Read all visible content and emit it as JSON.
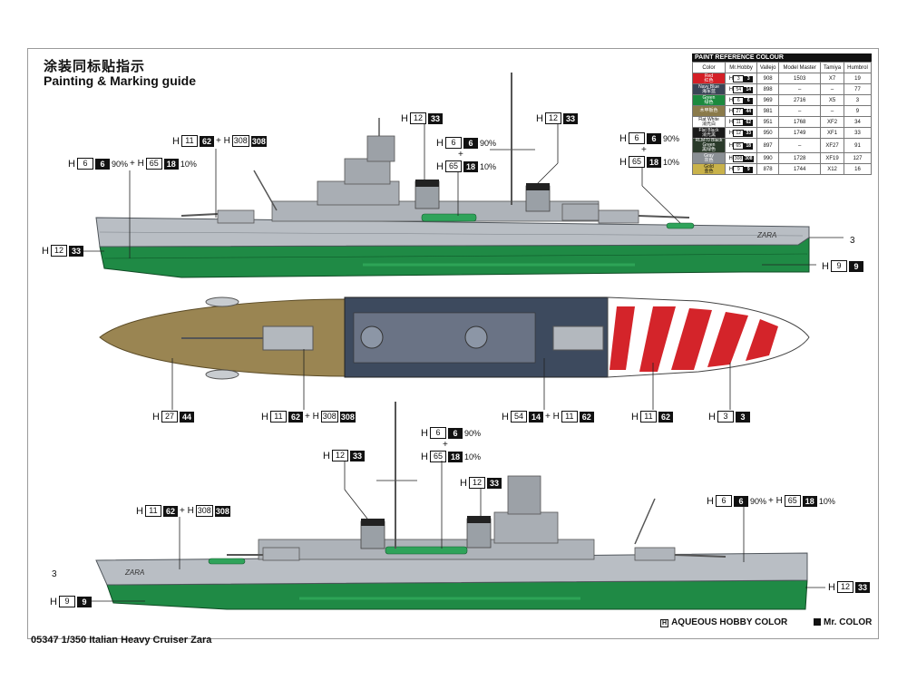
{
  "header": {
    "title_cn": "涂装同标贴指示",
    "title_en": "Painting & Marking guide"
  },
  "footer": {
    "code": "05347 1/350 Italian Heavy Cruiser Zara",
    "legend_aqueous": "AQUEOUS HOBBY COLOR",
    "legend_aqueous_mark": "H",
    "legend_mrcolor": "Mr. COLOR"
  },
  "paint_table": {
    "caption": "PAINT  REFERENCE COLOUR",
    "headers": [
      "Color",
      "Mr.Hobby",
      "Vallejo",
      "Model Master",
      "Tamiya",
      "Humbrol"
    ],
    "rows": [
      {
        "name": "Red",
        "cn": "红色",
        "color": "#d41f26",
        "hobby_h": "3",
        "hobby_c": "3",
        "vallejo": "908",
        "model_master": "1503",
        "tamiya": "X7",
        "humbrol": "19"
      },
      {
        "name": "Navy Blue",
        "cn": "海军蓝",
        "color": "#3a4556",
        "hobby_h": "54",
        "hobby_c": "14",
        "vallejo": "898",
        "model_master": "–",
        "tamiya": "–",
        "humbrol": "77"
      },
      {
        "name": "Green",
        "cn": "绿色",
        "color": "#1c8a3e",
        "hobby_h": "6",
        "hobby_c": "6",
        "vallejo": "969",
        "model_master": "2716",
        "tamiya": "X5",
        "humbrol": "3"
      },
      {
        "name": "",
        "cn": "木甲板色",
        "color": "#8a7a4a",
        "hobby_h": "27",
        "hobby_c": "44",
        "vallejo": "981",
        "model_master": "–",
        "tamiya": "–",
        "humbrol": "9"
      },
      {
        "name": "Flat White",
        "cn": "消光白",
        "color": "#ffffff",
        "hobby_h": "11",
        "hobby_c": "62",
        "vallejo": "951",
        "model_master": "1768",
        "tamiya": "XF2",
        "humbrol": "34"
      },
      {
        "name": "Flat Black",
        "cn": "消光黑",
        "color": "#1a1a1a",
        "hobby_h": "12",
        "hobby_c": "33",
        "vallejo": "950",
        "model_master": "1749",
        "tamiya": "XF1",
        "humbrol": "33"
      },
      {
        "name": "RLM70 Black Green",
        "cn": "黑绿色",
        "color": "#2a3a2a",
        "hobby_h": "65",
        "hobby_c": "18",
        "vallejo": "897",
        "model_master": "–",
        "tamiya": "XF27",
        "humbrol": "91"
      },
      {
        "name": "Gray",
        "cn": "灰色",
        "color": "#8a8f94",
        "hobby_h": "308",
        "hobby_c": "308",
        "vallejo": "990",
        "model_master": "1728",
        "tamiya": "XF19",
        "humbrol": "127"
      },
      {
        "name": "Gold",
        "cn": "金色",
        "color": "#c9b24a",
        "hobby_h": "9",
        "hobby_c": "9",
        "vallejo": "878",
        "model_master": "1744",
        "tamiya": "X12",
        "humbrol": "16"
      }
    ]
  },
  "callouts": {
    "c1": {
      "h": "11",
      "k": "62",
      "h2": "308",
      "k2": "308"
    },
    "c2": {
      "h": "6",
      "k": "6",
      "p": "90%",
      "h2": "65",
      "k2": "18",
      "p2": "10%"
    },
    "c3": {
      "h": "12",
      "k": "33"
    },
    "c4": {
      "h": "6",
      "k": "6",
      "p": "90%",
      "h2": "65",
      "k2": "18",
      "p2": "10%"
    },
    "c5": {
      "h": "12",
      "k": "33"
    },
    "c6": {
      "h": "6",
      "k": "6",
      "p": "90%",
      "h2": "65",
      "k2": "18",
      "p2": "10%"
    },
    "c7": {
      "h": "12",
      "k": "33"
    },
    "c8": {
      "h": "9",
      "k": "9"
    },
    "c9": {
      "h": "27",
      "k": "44"
    },
    "c10": {
      "h": "11",
      "k": "62",
      "h2": "308",
      "k2": "308"
    },
    "c11": {
      "h": "54",
      "k": "14",
      "h2": "11",
      "k2": "62"
    },
    "c12": {
      "h": "11",
      "k": "62"
    },
    "c13": {
      "h": "3",
      "k": "3"
    },
    "c14": {
      "h": "12",
      "k": "33"
    },
    "c15": {
      "h": "6",
      "k": "6",
      "p": "90%",
      "h2": "65",
      "k2": "18",
      "p2": "10%"
    },
    "c16": {
      "h": "12",
      "k": "33"
    },
    "c17": {
      "h": "11",
      "k": "62",
      "h2": "308",
      "k2": "308"
    },
    "c18": {
      "h": "6",
      "k": "6",
      "p": "90%",
      "h2": "65",
      "k2": "18",
      "p2": "10%"
    },
    "c19": {
      "h": "9",
      "k": "9"
    },
    "c20": {
      "h": "12",
      "k": "33"
    }
  },
  "ship": {
    "name_label": "ZARA",
    "pennant_right": "3",
    "pennant_left": "3"
  }
}
